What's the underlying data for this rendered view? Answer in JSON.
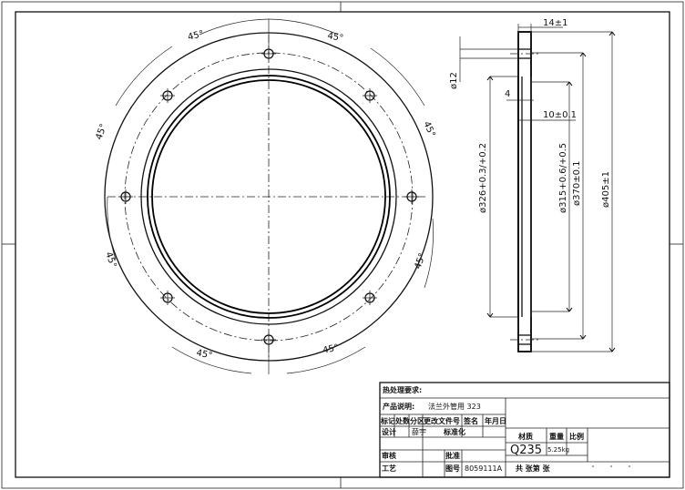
{
  "drawing": {
    "angle_label": "45°",
    "dims": {
      "thickness": "14±1",
      "hole_dia": "ø12",
      "step": "4",
      "depth": "10±0.1",
      "d326": "ø326+0.3/+0.2",
      "d315": "ø315+0.6/+0.5",
      "d370": "ø370±0.1",
      "d405": "ø405±1"
    }
  },
  "title_block": {
    "tech_requirements": "热处理要求:",
    "product_desc_label": "产品说明:",
    "product_desc_value": "法兰外管用 323",
    "col_mark": "标记",
    "col_count": "处数",
    "col_zone": "分区",
    "col_change_doc": "更改文件号",
    "col_sign": "签名",
    "col_date": "年月日",
    "design_label": "设计",
    "designer": "薛宇",
    "standardize_label": "标准化",
    "review_label": "审核",
    "approve_label": "批准",
    "process_label": "工艺",
    "drawing_no_label": "图号",
    "drawing_no": "8059111A",
    "material_label": "材质",
    "material": "Q235",
    "weight_label": "重量",
    "weight": "5.25kg",
    "scale_label": "比例",
    "sheets_text": "共  张第  张"
  }
}
